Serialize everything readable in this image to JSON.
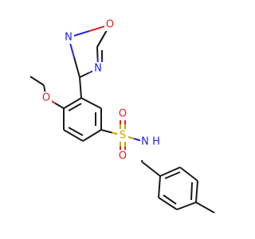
{
  "colors": {
    "background": "#ffffff",
    "carbon": "#1a1a1a",
    "nitrogen": "#2323e8",
    "oxygen": "#e32121",
    "sulfur": "#c7a600"
  },
  "atoms": {
    "ox_o": "O",
    "ox_n_left": "N",
    "ox_n_right": "N",
    "methoxy_o": "O",
    "sulfonyl_s": "S",
    "sulfonyl_o_top": "O",
    "sulfonyl_o_bottom": "O",
    "amide_n": "N",
    "amide_h": "H"
  }
}
